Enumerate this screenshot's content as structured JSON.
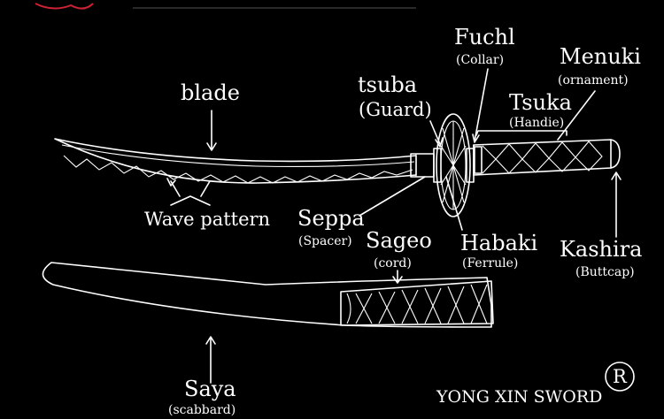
{
  "colors": {
    "background": "#000000",
    "line": "#ffffff"
  },
  "labels": {
    "blade": "blade",
    "wave_pattern": "Wave pattern",
    "tsuba": "tsuba",
    "tsuba_sub": "(Guard)",
    "fuchi": "Fuchl",
    "fuchi_sub": "(Collar)",
    "menuki": "Menuki",
    "menuki_sub": "(ornament)",
    "tsuka": "Tsuka",
    "tsuka_sub": "(Handie)",
    "seppa": "Seppa",
    "seppa_sub": "(Spacer)",
    "sageo": "Sageo",
    "sageo_sub": "(cord)",
    "habaki": "Habaki",
    "habaki_sub": "(Ferrule)",
    "kashira": "Kashira",
    "kashira_sub": "(Buttcap)",
    "saya": "Saya",
    "saya_sub": "(scabbard)"
  },
  "brand": {
    "name": "YONG XIN SWORD",
    "mark": "R"
  }
}
